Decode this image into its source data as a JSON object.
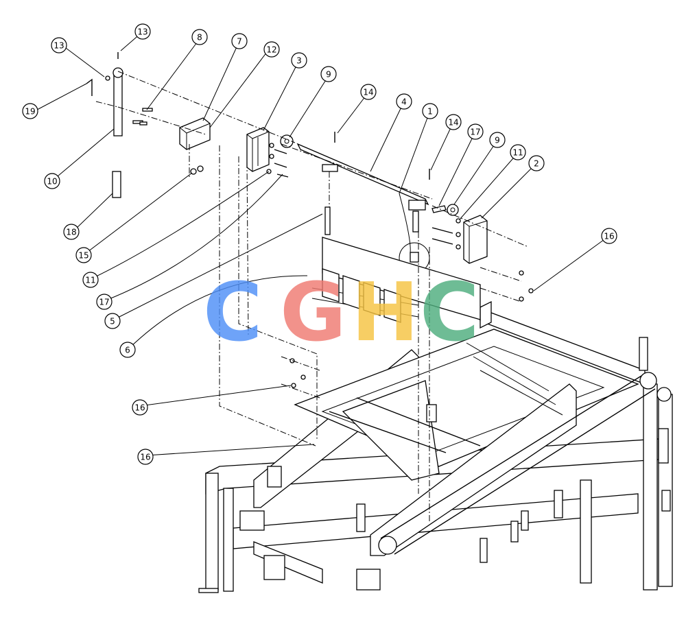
{
  "callouts": [
    {
      "label": "13"
    },
    {
      "label": "13"
    },
    {
      "label": "8"
    },
    {
      "label": "7"
    },
    {
      "label": "12"
    },
    {
      "label": "3"
    },
    {
      "label": "9"
    },
    {
      "label": "14"
    },
    {
      "label": "4"
    },
    {
      "label": "1"
    },
    {
      "label": "14"
    },
    {
      "label": "17"
    },
    {
      "label": "9"
    },
    {
      "label": "11"
    },
    {
      "label": "2"
    },
    {
      "label": "19"
    },
    {
      "label": "10"
    },
    {
      "label": "18"
    },
    {
      "label": "15"
    },
    {
      "label": "11"
    },
    {
      "label": "17"
    },
    {
      "label": "5"
    },
    {
      "label": "6"
    },
    {
      "label": "16"
    },
    {
      "label": "16"
    },
    {
      "label": "16"
    }
  ],
  "watermark": {
    "letters": [
      "C",
      "G",
      "H",
      "C"
    ],
    "colors": [
      "#4f8ff7",
      "#f07b72",
      "#f6c443",
      "#4fae7e"
    ]
  }
}
